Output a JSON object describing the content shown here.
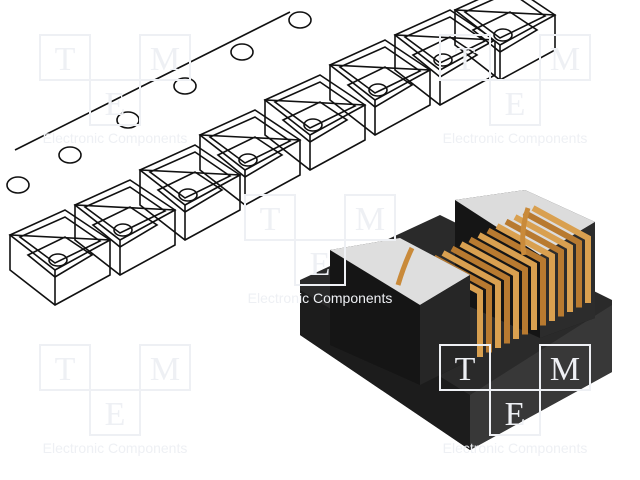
{
  "watermark": {
    "logo_letters": [
      "T",
      "M",
      "E"
    ],
    "tagline": "Electronic Components"
  },
  "colors": {
    "body": "#1e1e1e",
    "terminal_top": "#d8d8d8",
    "copper": "#c98a3a",
    "tape_line": "#111111",
    "watermark": "#eef0f4"
  }
}
